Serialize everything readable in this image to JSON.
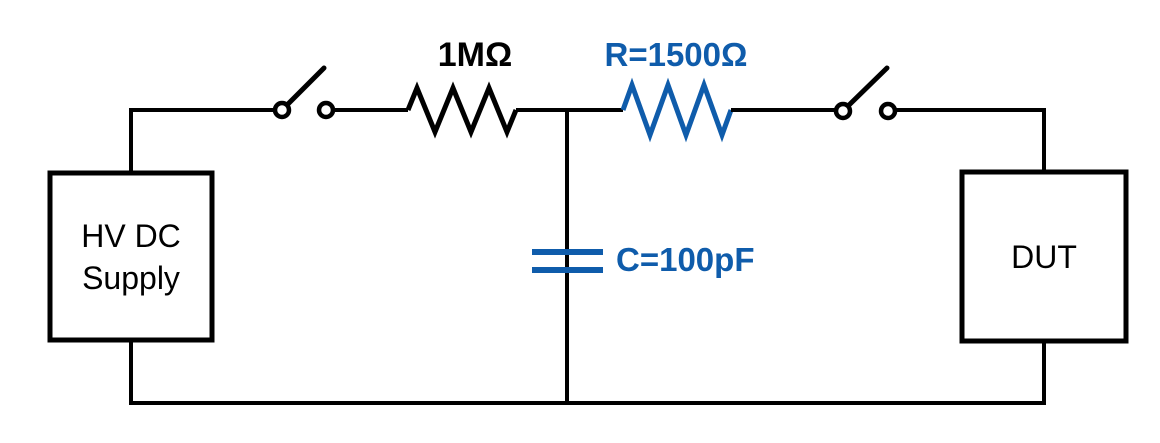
{
  "diagram": {
    "supply_box": {
      "label_line1": "HV DC",
      "label_line2": "Supply"
    },
    "dut_box": {
      "label": "DUT"
    },
    "charge_resistor": {
      "label": "1MΩ"
    },
    "discharge_resistor": {
      "label": "R=1500Ω"
    },
    "capacitor": {
      "label": "C=100pF"
    }
  },
  "colors": {
    "line": "#000000",
    "accent_blue": "#0F5CAB",
    "background": "#FFFFFF"
  }
}
